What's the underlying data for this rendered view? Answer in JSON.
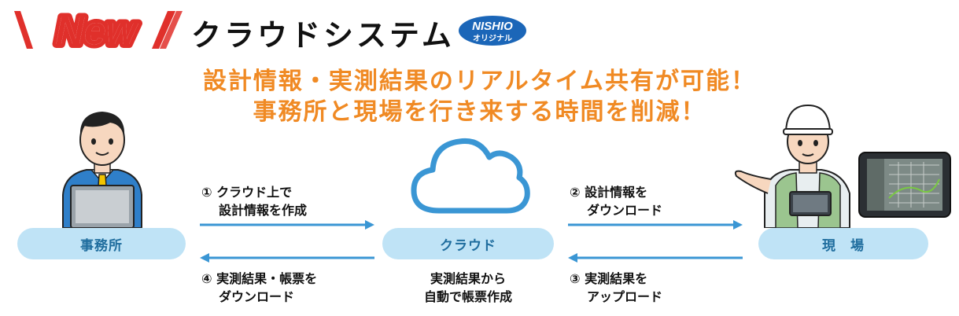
{
  "badge": {
    "text": "New"
  },
  "header": {
    "title": "クラウドシステム"
  },
  "logo": {
    "line1": "NISHIO",
    "line2": "オリジナル"
  },
  "headline": {
    "line1": "設計情報・実測結果のリアルタイム共有が可能！",
    "line2": "事務所と現場を行き来する時間を削減！"
  },
  "nodes": {
    "office": "事務所",
    "cloud": "クラウド",
    "site": "現　場"
  },
  "steps": {
    "s1": {
      "line1": "① クラウド上で",
      "line2": "設計情報を作成"
    },
    "s2": {
      "line1": "② 設計情報を",
      "line2": "ダウンロード"
    },
    "s3": {
      "line1": "③ 実測結果を",
      "line2": "アップロード"
    },
    "s4": {
      "line1": "④ 実測結果・帳票を",
      "line2": "ダウンロード"
    }
  },
  "cloud_caption": {
    "line1": "実測結果から",
    "line2": "自動で帳票作成"
  },
  "colors": {
    "accent_orange": "#f08a24",
    "badge_red": "#e0302b",
    "arrow_blue": "#3a96d4",
    "pill_fill": "#bfe3f6",
    "pill_text": "#1f6d9e",
    "logo_blue": "#1b66b8"
  }
}
